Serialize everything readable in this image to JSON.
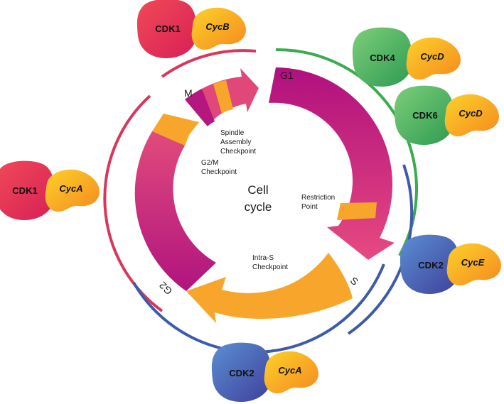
{
  "center_label": [
    "Cell",
    "cycle"
  ],
  "phases": {
    "g1": "G1",
    "s": "S",
    "g2": "G2",
    "m": "M"
  },
  "checkpoints": {
    "spindle": [
      "Spindle",
      "Assembly",
      "Checkpoint"
    ],
    "g2m": [
      "G2/M",
      "Checkpoint"
    ],
    "restriction": [
      "Restriction",
      "Point"
    ],
    "intra_s": [
      "Intra-S",
      "Checkpoint"
    ]
  },
  "complexes": [
    {
      "id": "cdk1-cycb",
      "cdk": "CDK1",
      "cyclin": "CycB"
    },
    {
      "id": "cdk4-cycd",
      "cdk": "CDK4",
      "cyclin": "CycD"
    },
    {
      "id": "cdk6-cycd",
      "cdk": "CDK6",
      "cyclin": "CycD"
    },
    {
      "id": "cdk1-cyca",
      "cdk": "CDK1",
      "cyclin": "CycA"
    },
    {
      "id": "cdk2-cyce",
      "cdk": "CDK2",
      "cyclin": "CycE"
    },
    {
      "id": "cdk2-cyca",
      "cdk": "CDK2",
      "cyclin": "CycA"
    }
  ],
  "colors": {
    "magenta": "#b5177e",
    "pink": "#e0487a",
    "orange": "#f7a52b",
    "red_cdk": "#e0394f",
    "green_cdk": "#4fb463",
    "blue_cdk": "#4d6cb4",
    "cyclin": "#f7a22a",
    "arc_red": "#d8375d",
    "arc_green": "#3aab4f",
    "arc_blue": "#3e5ba9"
  }
}
